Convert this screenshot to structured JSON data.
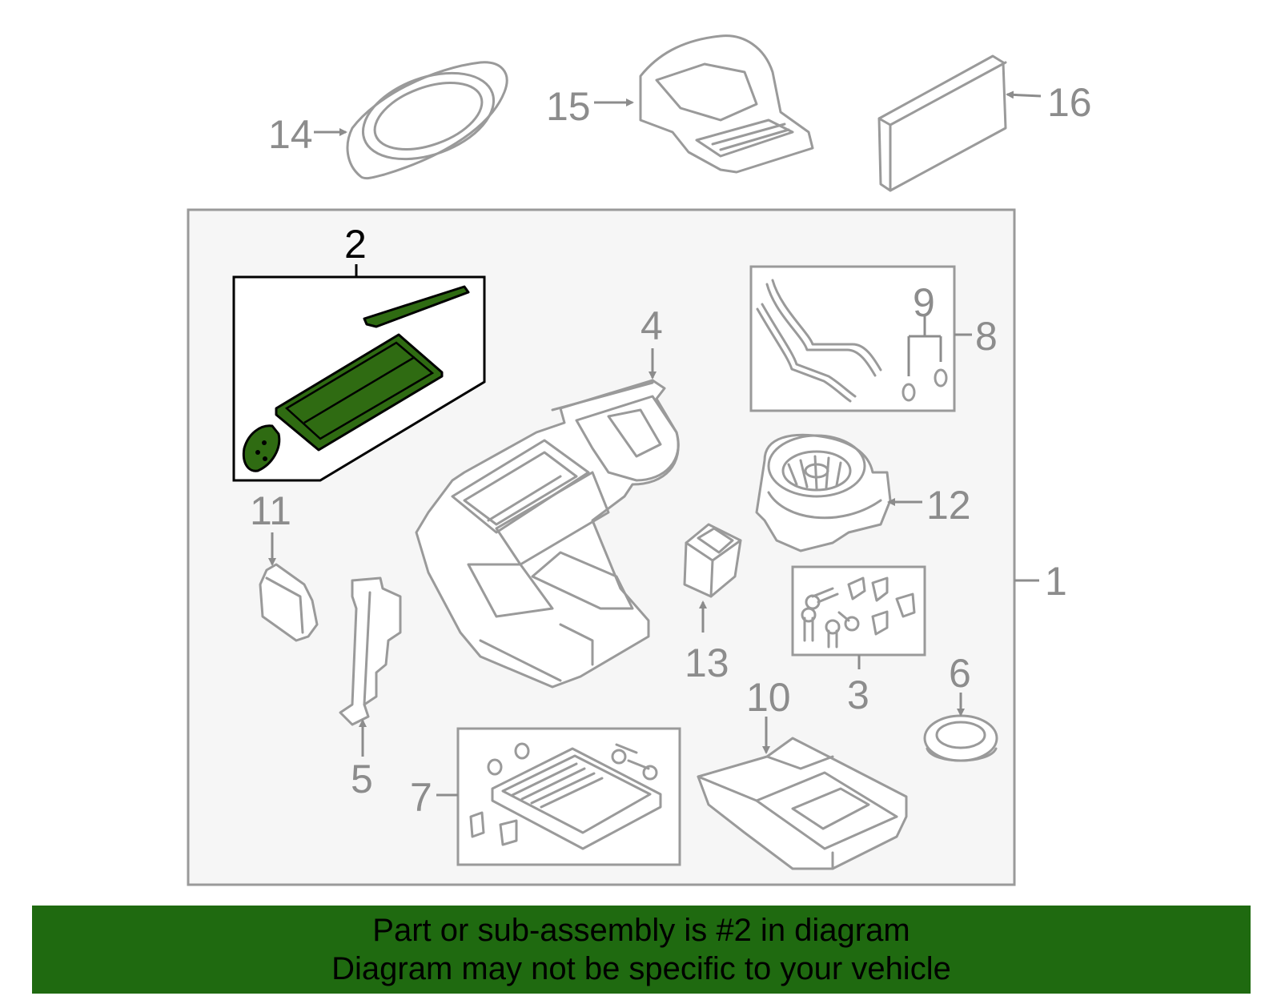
{
  "colors": {
    "highlight": "#2f6b12",
    "banner": "#1f6a10",
    "frame_fill": "#f6f6f6",
    "line": "#9a9a9a"
  },
  "callouts": {
    "c1": "1",
    "c2": "2",
    "c3": "3",
    "c4": "4",
    "c5": "5",
    "c6": "6",
    "c7": "7",
    "c8": "8",
    "c9": "9",
    "c10": "10",
    "c11": "11",
    "c12": "12",
    "c13": "13",
    "c14": "14",
    "c15": "15",
    "c16": "16"
  },
  "banner": {
    "line1": "Part or sub-assembly is #2 in diagram",
    "line2": "Diagram may not be specific to your vehicle"
  }
}
